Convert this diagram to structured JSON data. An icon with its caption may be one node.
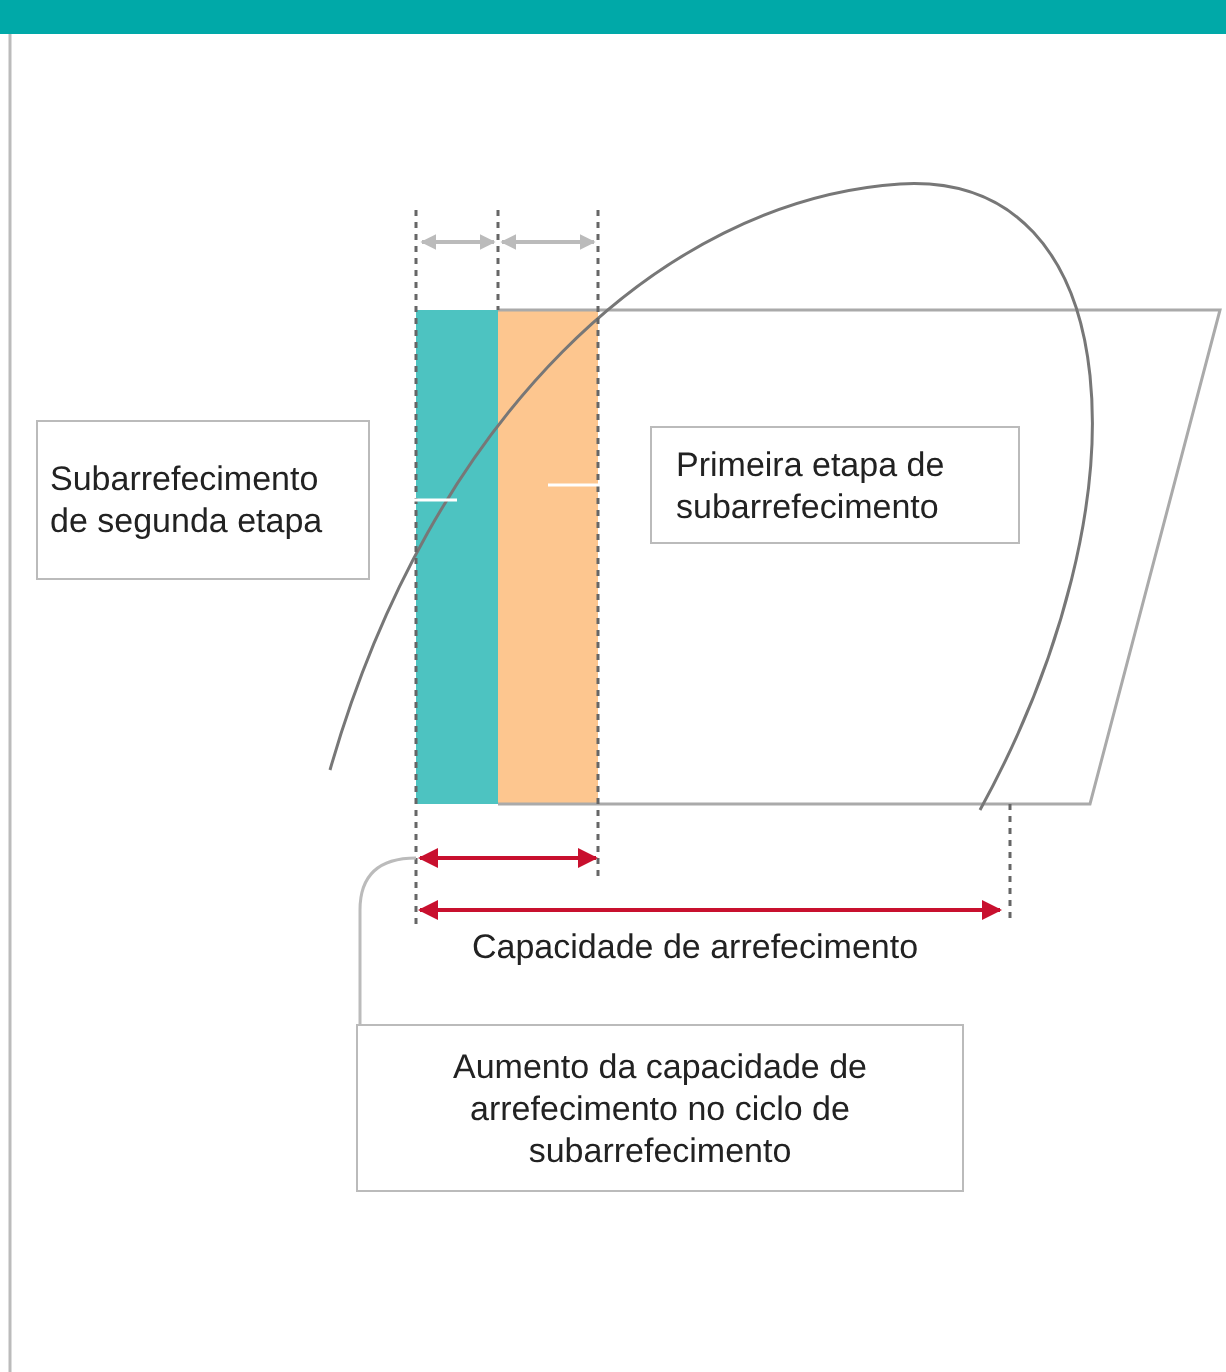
{
  "diagram": {
    "nodes": [
      {
        "text": [
          "Subarrefecimento de segunda etapa"
        ]
      },
      {
        "text": [],
        "shape": "bar"
      },
      {
        "text": [
          "Primeira etapa de subarrefecimento"
        ]
      },
      {
        "text": [],
        "shape": "bar"
      },
      {
        "text": [
          "Aumento da capacidade de arrefecimento no ciclo de subarrefecimento"
        ]
      }
    ],
    "edges": [
      {
        "from": 0,
        "to": 1,
        "arrow": "none"
      },
      {
        "from": 2,
        "to": 3,
        "arrow": "none"
      },
      {
        "from": 4,
        "to": null,
        "arrow": "none"
      }
    ],
    "labels": [
      "Capacidade de arrefecimento"
    ]
  }
}
